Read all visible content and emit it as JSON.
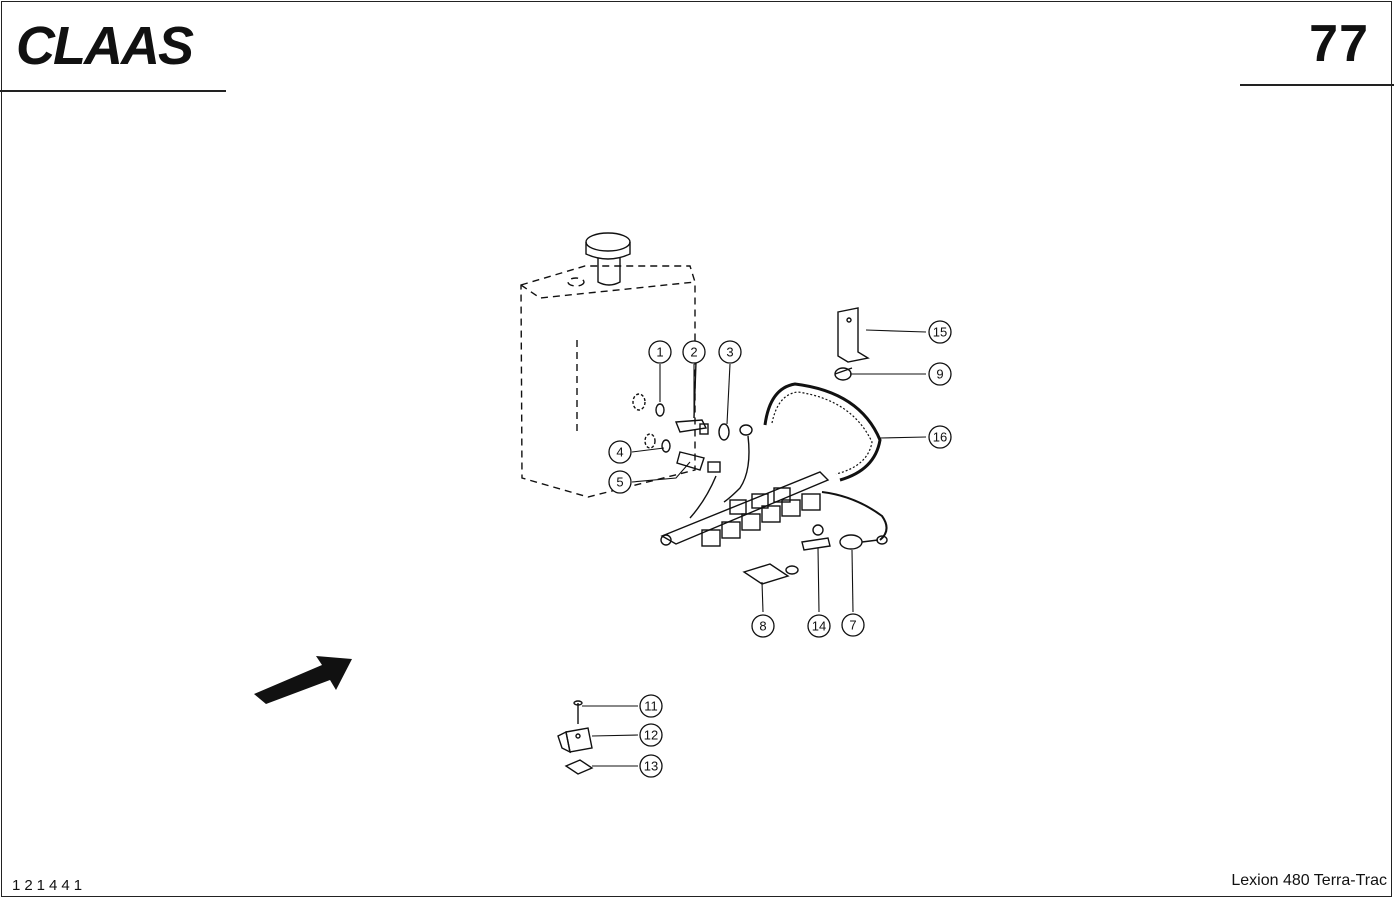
{
  "header": {
    "brand": "CLAAS",
    "page_number": "77"
  },
  "footer": {
    "ref_code": "121441",
    "model": "Lexion 480 Terra-Trac"
  },
  "callouts": [
    "1",
    "2",
    "3",
    "4",
    "5",
    "7",
    "8",
    "9",
    "11",
    "12",
    "13",
    "14",
    "15",
    "16"
  ]
}
